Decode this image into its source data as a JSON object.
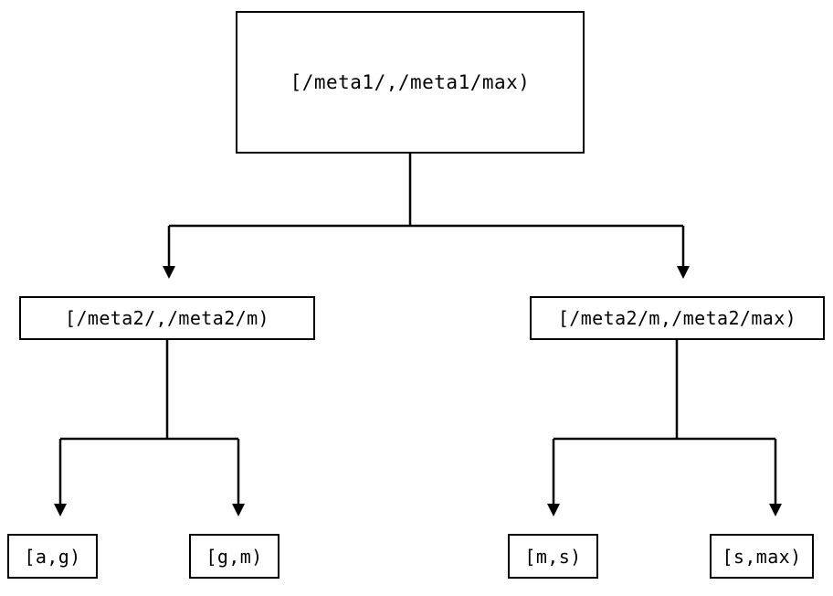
{
  "diagram": {
    "type": "tree",
    "orientation": "top-down",
    "background_color": "#ffffff",
    "stroke_color": "#000000",
    "text_color": "#000000",
    "nodes": {
      "root": {
        "label": "[/meta1/,/meta1/max)"
      },
      "mid_left": {
        "label": "[/meta2/,/meta2/m)"
      },
      "mid_right": {
        "label": "[/meta2/m,/meta2/max)"
      },
      "leaf_1": {
        "label": "[a,g)"
      },
      "leaf_2": {
        "label": "[g,m)"
      },
      "leaf_3": {
        "label": "[m,s)"
      },
      "leaf_4": {
        "label": "[s,max)"
      }
    },
    "edges": [
      {
        "from": "root",
        "to": "mid_left",
        "arrowhead": "filled-triangle-down"
      },
      {
        "from": "root",
        "to": "mid_right",
        "arrowhead": "filled-triangle-down"
      },
      {
        "from": "mid_left",
        "to": "leaf_1",
        "arrowhead": "filled-triangle-down"
      },
      {
        "from": "mid_left",
        "to": "leaf_2",
        "arrowhead": "filled-triangle-down"
      },
      {
        "from": "mid_right",
        "to": "leaf_3",
        "arrowhead": "filled-triangle-down"
      },
      {
        "from": "mid_right",
        "to": "leaf_4",
        "arrowhead": "filled-triangle-down"
      }
    ]
  }
}
